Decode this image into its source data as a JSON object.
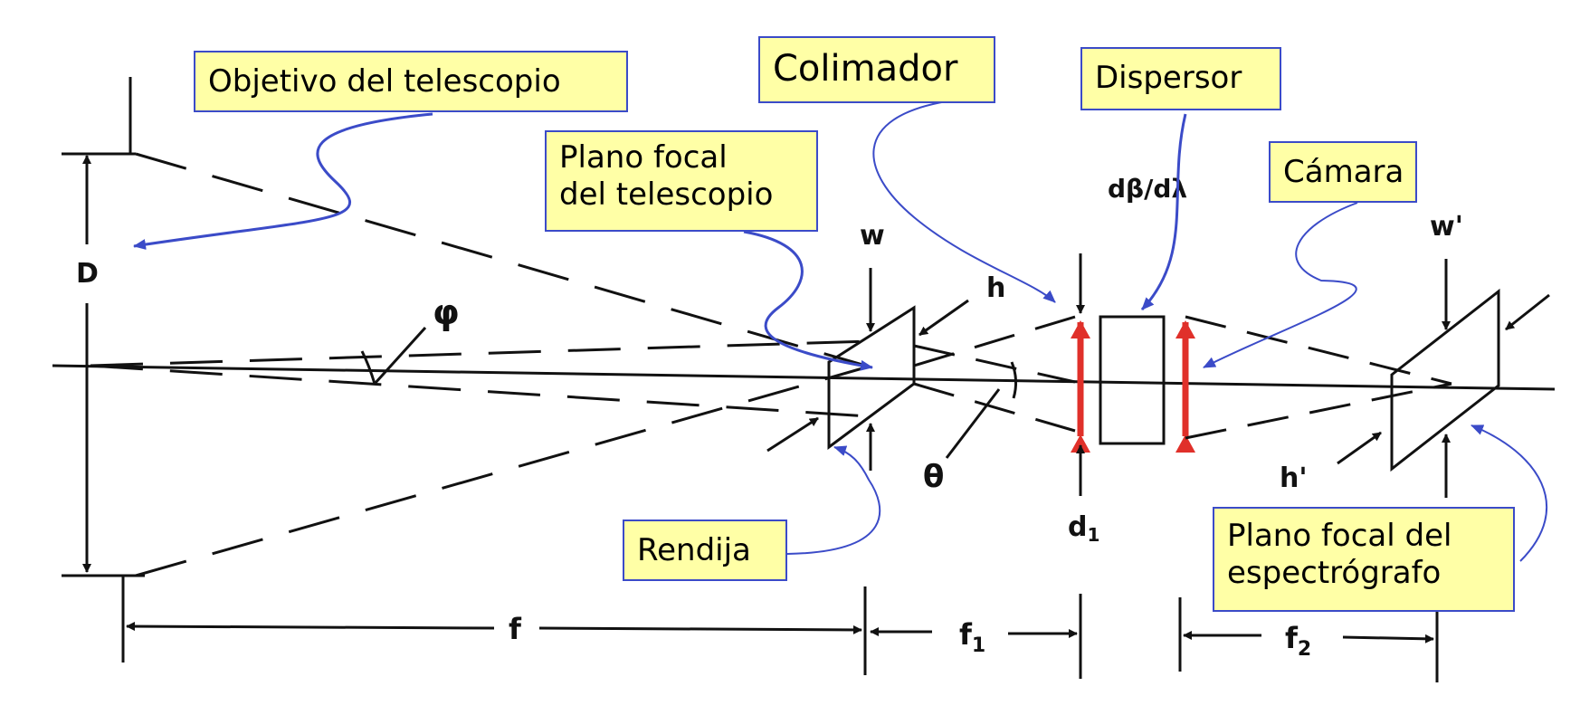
{
  "callouts": {
    "objetivo": "Objetivo del telescopio",
    "colimador": "Colimador",
    "dispersor": "Dispersor",
    "plano_focal_tel": "Plano focal\ndel telescopio",
    "camara": "Cámara",
    "rendija": "Rendija",
    "plano_focal_esp": "Plano focal del\nespectrógrafo"
  },
  "symbols": {
    "D": "D",
    "phi": "φ",
    "w": "w",
    "h": "h",
    "theta": "θ",
    "dispersion": "dβ/dλ",
    "d1": "d",
    "d1_sub": "1",
    "w_prime": "w'",
    "h_prime": "h'",
    "f": "f",
    "f1": "f",
    "f1_sub": "1",
    "f2": "f",
    "f2_sub": "2"
  },
  "colors": {
    "callout_fill": "#ffffa6",
    "callout_border": "#3b4bc8",
    "pointer": "#3b4bc8",
    "lens_arrow": "#e0302a",
    "line": "#111111"
  }
}
